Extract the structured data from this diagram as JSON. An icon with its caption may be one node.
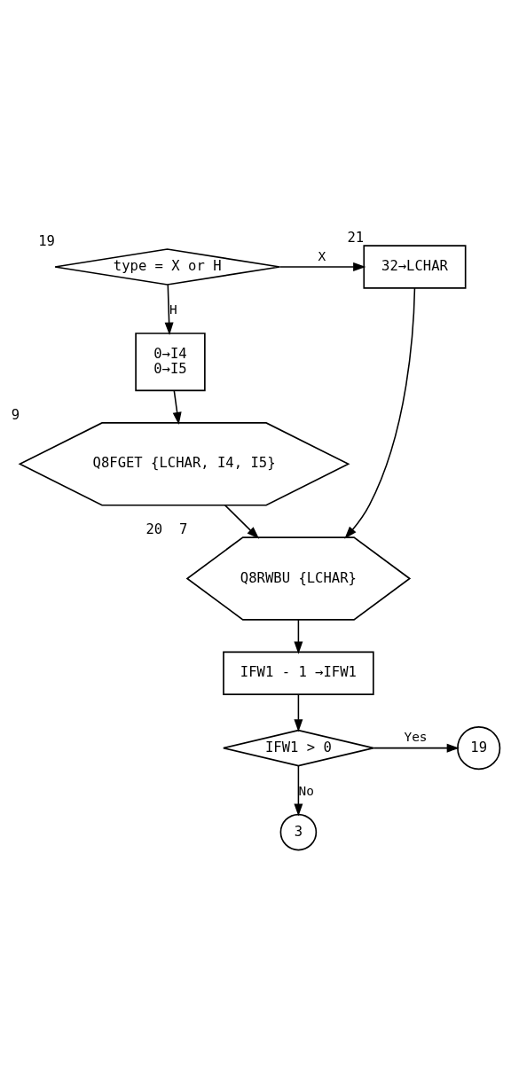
{
  "diagram": {
    "nodes": [
      {
        "text": [
          "type = X or H"
        ],
        "beside": [
          "19"
        ]
      },
      {
        "text": [
          "32→LCHAR"
        ],
        "beside": [
          "21"
        ]
      },
      {
        "text": [
          "0→I4",
          "0→I5"
        ]
      },
      {
        "text": [
          "Q8FGET {LCHAR, I4, I5}"
        ],
        "beside": [
          "9"
        ]
      },
      {
        "text": [
          "Q8RWBU {LCHAR}"
        ],
        "beside": [
          "20",
          "7"
        ]
      },
      {
        "text": [
          "IFW1 - 1 →IFW1"
        ]
      },
      {
        "text": [
          "IFW1 > 0"
        ]
      },
      {
        "text": [
          "19"
        ]
      },
      {
        "text": [
          "3"
        ]
      }
    ],
    "edges": [
      {
        "from": 0,
        "to": 1,
        "arrow": "to",
        "label": "X"
      },
      {
        "from": 0,
        "to": 2,
        "arrow": "to",
        "label": "H"
      },
      {
        "from": 2,
        "to": 3,
        "arrow": "to"
      },
      {
        "from": 3,
        "to": 4,
        "arrow": "to"
      },
      {
        "from": 1,
        "to": 4,
        "arrow": "to"
      },
      {
        "from": 4,
        "to": 5,
        "arrow": "to"
      },
      {
        "from": 5,
        "to": 6,
        "arrow": "to"
      },
      {
        "from": 6,
        "to": 7,
        "arrow": "to",
        "label": "Yes"
      },
      {
        "from": 6,
        "to": 8,
        "arrow": "to",
        "label": "No"
      }
    ]
  }
}
